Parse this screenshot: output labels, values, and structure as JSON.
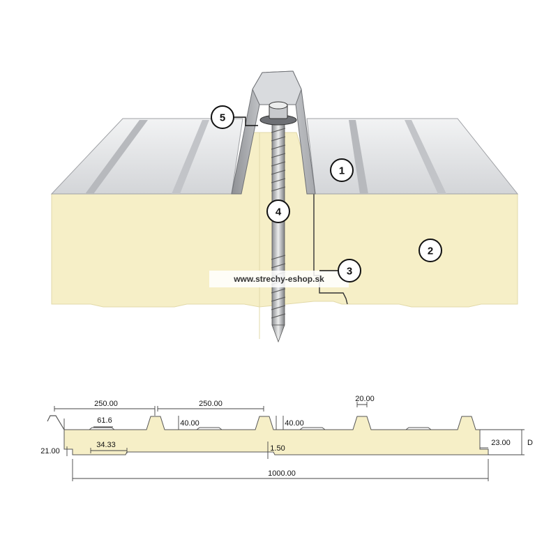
{
  "watermark": "www.strechy-eshop.sk",
  "callouts": [
    {
      "id": "1",
      "label": "1"
    },
    {
      "id": "2",
      "label": "2"
    },
    {
      "id": "3",
      "label": "3"
    },
    {
      "id": "4",
      "label": "4"
    },
    {
      "id": "5",
      "label": "5"
    }
  ],
  "dimensions": {
    "rib_spacing_1": "250.00",
    "rib_spacing_2": "250.00",
    "rib_top_width": "20.00",
    "rib_height_1": "40.00",
    "rib_height_2": "40.00",
    "minor_rib_width": "61.6",
    "joint_offset": "34.33",
    "bottom_profile_depth": "1.50",
    "left_edge": "21.00",
    "right_edge": "23.00",
    "thickness": "D",
    "total_width": "1000.00"
  },
  "colors": {
    "core": "#f6efc7",
    "steel_light": "#e6e7e9",
    "steel_mid": "#c9cbce",
    "steel_dark": "#9a9ca0",
    "outline": "#555555"
  }
}
